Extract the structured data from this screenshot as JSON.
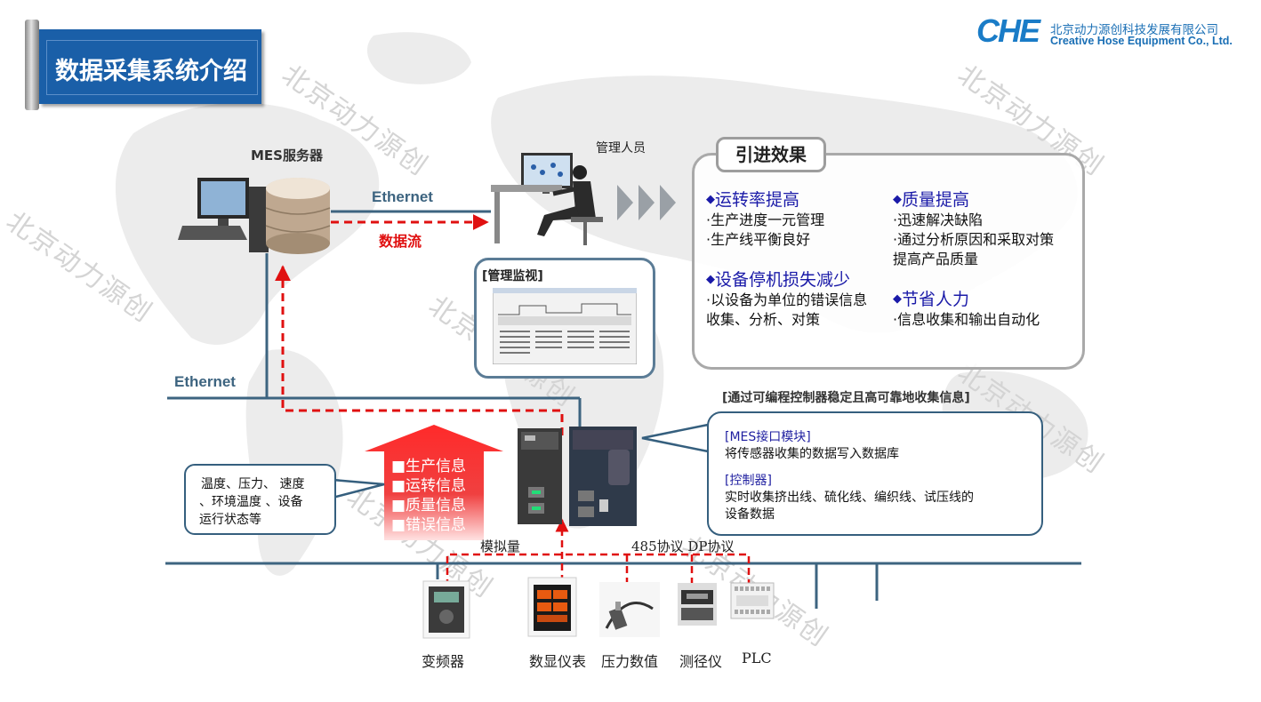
{
  "page": {
    "title": "数据采集系统介绍"
  },
  "logo": {
    "mark": "CHE",
    "name_cn": "北京动力源创科技发展有限公司",
    "name_en": "Creative Hose Equipment Co., Ltd."
  },
  "watermark": "北京动力源创",
  "diagram": {
    "mes_server_label": "MES服务器",
    "ethernet_top": "Ethernet",
    "data_flow": "数据流",
    "ethernet_left": "Ethernet",
    "manager_label": "管理人员",
    "monitor_label": "[管理监视]",
    "plc_caption": "[通过可编程控制器稳定且高可靠地收集信息]",
    "sensor_callout": [
      "温度、压力、 速度",
      "、环境温度 、设备",
      "运行状态等"
    ],
    "info_items": [
      "■生产信息",
      "■运转信息",
      "■质量信息",
      "■错误信息"
    ],
    "bus_labels": {
      "analog": "模拟量",
      "protocols": "485协议 DP协议"
    },
    "module_callout": {
      "mes_title": "[MES接口模块]",
      "mes_desc": "将传感器收集的数据写入数据库",
      "ctrl_title": "[控制器]",
      "ctrl_desc": [
        "实时收集挤出线、硫化线、编织线、试压线的",
        "设备数据"
      ]
    },
    "devices": [
      "变频器",
      "数显仪表",
      "压力数值",
      "测径仪",
      "PLC"
    ]
  },
  "effects": {
    "tab": "引进效果",
    "groups": [
      {
        "heading": "运转率提高",
        "items": [
          "·生产进度一元管理",
          "·生产线平衡良好"
        ]
      },
      {
        "heading": "质量提高",
        "items": [
          "·迅速解决缺陷",
          "·通过分析原因和采取对策",
          " 提高产品质量"
        ]
      },
      {
        "heading": "设备停机损失减少",
        "items": [
          "·以设备为单位的错误信息",
          "  收集、分析、对策"
        ]
      },
      {
        "heading": "节省人力",
        "items": [
          "·信息收集和输出自动化"
        ]
      }
    ]
  },
  "colors": {
    "title_bg": "#1a5fa8",
    "line": "#3d6480",
    "flow": "#e01010",
    "heading": "#1a1aa8"
  }
}
